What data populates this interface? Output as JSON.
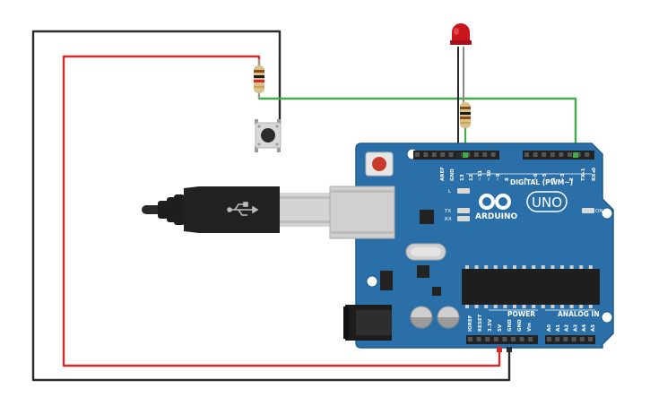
{
  "colors": {
    "board": "#2b6fa8",
    "board_edge": "#1f5a8a",
    "wire_black": "#2a2a2a",
    "wire_red": "#d42a2a",
    "wire_green": "#3fae49",
    "led": "#c9161c",
    "header": "#222222"
  },
  "board": {
    "brand": "ARDUINO",
    "model": "UNO",
    "digital_label": "DIGITAL (PWM~)",
    "power_label": "POWER",
    "analog_label": "ANALOG IN",
    "on_label": "ON",
    "l_label": "L",
    "tx_label": "TX",
    "rx_label": "RX",
    "top_pins": [
      "AREF",
      "GND",
      "13",
      "12",
      "~11",
      "~10",
      "~9",
      "8",
      "7",
      "~6",
      "~5",
      "4",
      "~3",
      "2",
      "TX▸1",
      "RX◂0"
    ],
    "power_pins": [
      "IOREF",
      "RESET",
      "3.3V",
      "5V",
      "GND",
      "GND",
      "Vin"
    ],
    "analog_pins": [
      "A0",
      "A1",
      "A2",
      "A3",
      "A4",
      "A5"
    ]
  },
  "components": {
    "led": "led",
    "button": "pushbutton",
    "resistor_a": "resistor",
    "resistor_b": "resistor",
    "usb": "usb-cable"
  }
}
